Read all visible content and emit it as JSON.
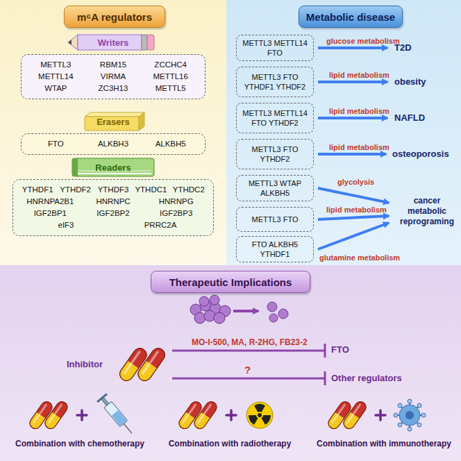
{
  "diagram": {
    "nodes": [
      {
        "text": [
          "m⁶A regulators"
        ]
      },
      {
        "text": [
          "Writers",
          "METTL3",
          "RBM15",
          "ZCCHC4",
          "METTL14",
          "VIRMA",
          "METTL16",
          "WTAP",
          "ZC3H13",
          "METTL5"
        ]
      },
      {
        "text": [
          "Erasers",
          "FTO",
          "ALKBH3",
          "ALKBH5"
        ]
      },
      {
        "text": [
          "Readers",
          "YTHDF1",
          "YTHDF2",
          "YTHDF3",
          "YTHDC1",
          "YTHDC2",
          "HNRNPA2B1",
          "HNRNPC",
          "HNRNPG",
          "IGF2BP1",
          "IGF2BP2",
          "IGF2BP3",
          "eIF3",
          "PRRC2A"
        ]
      },
      {
        "text": [
          "Metabolic disease"
        ]
      },
      {
        "text": [
          "METTL3 METTL14 FTO"
        ]
      },
      {
        "text": [
          "METTL3 FTO YTHDF1 YTHDF2"
        ]
      },
      {
        "text": [
          "METTL3 METTL14 FTO YTHDF2"
        ]
      },
      {
        "text": [
          "METTL3 FTO YTHDF2"
        ]
      },
      {
        "text": [
          "METTL3 WTAP ALKBH5"
        ]
      },
      {
        "text": [
          "METTL3 FTO"
        ]
      },
      {
        "text": [
          "FTO ALKBH5 YTHDF1"
        ]
      },
      {
        "text": [
          "Therapeutic Implications"
        ]
      }
    ],
    "labels": [
      "glucose metabolism",
      "T2D",
      "lipid metabolism",
      "obesity",
      "lipid metabolism",
      "NAFLD",
      "lipid metabolism",
      "osteoporosis",
      "glycolysis",
      "lipid metabolism",
      "glutamine metabolism",
      "cancer metabolic reprograming",
      "Inhibitor",
      "MO-I-500, MA, R-2HG, FB23-2",
      "FTO",
      "?",
      "Other regulators",
      "Combination with chemotherapy",
      "Combination with radiotherapy",
      "Combination with immunotherapy"
    ]
  }
}
